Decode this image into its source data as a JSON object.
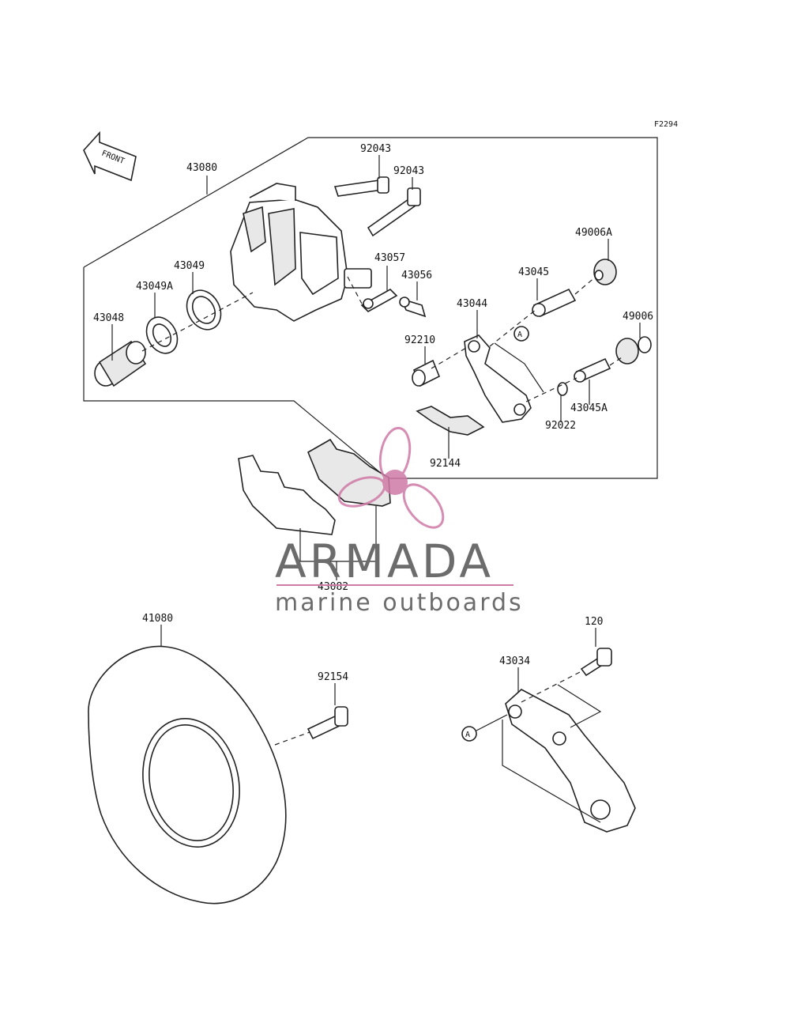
{
  "figure_code": "F2294",
  "front_label": "FRONT",
  "callouts": {
    "p43080": "43080",
    "p92043a": "92043",
    "p92043b": "92043",
    "p43049": "43049",
    "p43049A": "43049A",
    "p43048": "43048",
    "p43057": "43057",
    "p43056": "43056",
    "p49006A": "49006A",
    "p43045": "43045",
    "p43044": "43044",
    "p92210": "92210",
    "p49006": "49006",
    "p43045A": "43045A",
    "p92022": "92022",
    "p92144": "92144",
    "p43082": "43082",
    "p41080": "41080",
    "p92154": "92154",
    "p120": "120",
    "p43034": "43034",
    "refA1": "A",
    "refA2": "A"
  },
  "watermark": {
    "title": "ARMADA",
    "subtitle": "marine outboards",
    "brand_color": "#d07aa6"
  }
}
